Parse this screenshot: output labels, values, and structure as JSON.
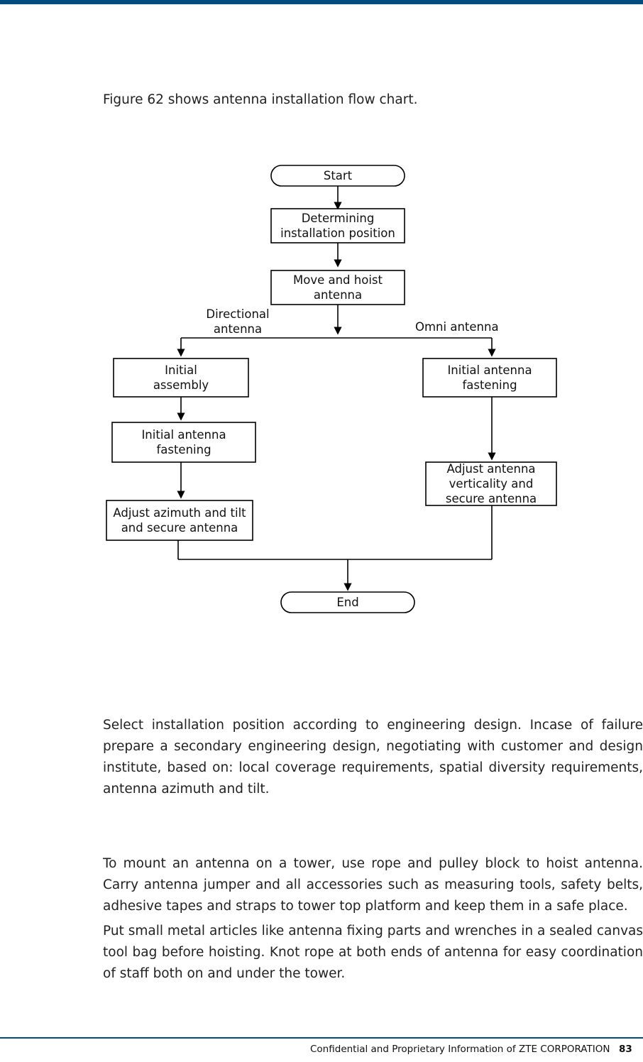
{
  "page": {
    "intro_text": "Figure 62 shows antenna installation flow chart.",
    "accent_color": "#004d80"
  },
  "flowchart": {
    "nodes": [
      {
        "id": "start",
        "shape": "terminator",
        "label": "Start"
      },
      {
        "id": "determine",
        "shape": "process",
        "label": "Determining\ninstallation position"
      },
      {
        "id": "move_hoist",
        "shape": "process",
        "label": "Move and hoist\nantenna"
      },
      {
        "id": "initial_assembly",
        "shape": "process",
        "label": "Initial\nassembly"
      },
      {
        "id": "left_fastening",
        "shape": "process",
        "label": "Initial antenna\nfastening"
      },
      {
        "id": "adjust_azimuth",
        "shape": "process",
        "label": "Adjust azimuth and tilt\nand secure antenna"
      },
      {
        "id": "right_fastening",
        "shape": "process",
        "label": "Initial antenna\nfastening"
      },
      {
        "id": "adjust_verticality",
        "shape": "process",
        "label": "Adjust antenna\nverticality and\nsecure antenna"
      },
      {
        "id": "end",
        "shape": "terminator",
        "label": "End"
      }
    ],
    "branch_labels": [
      {
        "id": "directional",
        "label": "Directional\nantenna"
      },
      {
        "id": "omni",
        "label": "Omni antenna"
      }
    ]
  },
  "paragraphs": {
    "p1": "Select installation position according to engineering design. Incase of failure prepare a secondary engineering design, negotiating with customer and design institute, based on: local coverage requirements, spatial diversity requirements, antenna azimuth and tilt.",
    "p2": "To mount an antenna on a tower, use rope and pulley block to hoist antenna. Carry antenna jumper and all accessories such as measuring tools, safety belts, adhesive tapes and straps to tower top platform and keep them in a safe place.",
    "p3": "Put small metal articles like antenna fixing parts and wrenches in a sealed canvas tool bag before hoisting. Knot rope at both ends of antenna for easy coordination of staff both on and under the tower."
  },
  "footer": {
    "confidentiality": "Confidential and Proprietary Information of ZTE CORPORATION",
    "page_number": "83"
  }
}
